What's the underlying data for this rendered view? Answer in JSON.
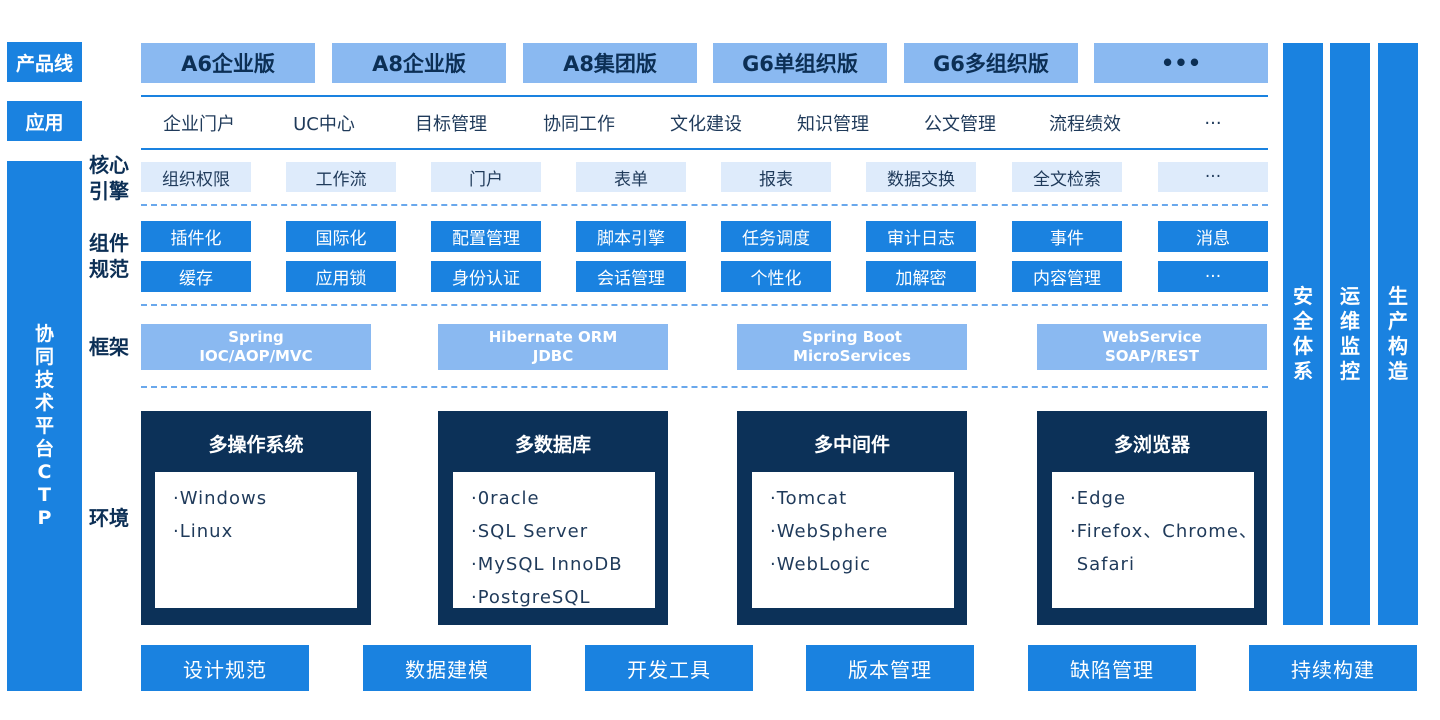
{
  "labels": {
    "product_line": "产品线",
    "application": "应用",
    "ctp": "协同技术平台CTP",
    "core_engine": "核心引擎",
    "component_spec": "组件规范",
    "framework": "框架",
    "environment": "环境"
  },
  "products": [
    "A6企业版",
    "A8企业版",
    "A8集团版",
    "G6单组织版",
    "G6多组织版",
    "•••"
  ],
  "applications": [
    "企业门户",
    "UC中心",
    "目标管理",
    "协同工作",
    "文化建设",
    "知识管理",
    "公文管理",
    "流程绩效",
    "···"
  ],
  "core_engines": [
    "组织权限",
    "工作流",
    "门户",
    "表单",
    "报表",
    "数据交换",
    "全文检索",
    "···"
  ],
  "components_row1": [
    "插件化",
    "国际化",
    "配置管理",
    "脚本引擎",
    "任务调度",
    "审计日志",
    "事件",
    "消息"
  ],
  "components_row2": [
    "缓存",
    "应用锁",
    "身份认证",
    "会话管理",
    "个性化",
    "加解密",
    "内容管理",
    "···"
  ],
  "frameworks": [
    {
      "line1": "Spring",
      "line2": "IOC/AOP/MVC"
    },
    {
      "line1": "Hibernate ORM",
      "line2": "JDBC"
    },
    {
      "line1": "Spring Boot",
      "line2": "MicroServices"
    },
    {
      "line1": "WebService",
      "line2": "SOAP/REST"
    }
  ],
  "environments": [
    {
      "title": "多操作系统",
      "items": [
        "·Windows",
        "·Linux"
      ]
    },
    {
      "title": "多数据库",
      "items": [
        "·0racle",
        "·SQL Server",
        "·MySQL InnoDB",
        "·PostgreSQL"
      ]
    },
    {
      "title": "多中间件",
      "items": [
        "·Tomcat",
        "·WebSphere",
        "·WebLogic"
      ]
    },
    {
      "title": "多浏览器",
      "items": [
        "·Edge",
        "·Firefox、Chrome、",
        " Safari"
      ]
    }
  ],
  "right_columns": [
    "安全体系",
    "运维监控",
    "生产构造"
  ],
  "tools": [
    "设计规范",
    "数据建模",
    "开发工具",
    "版本管理",
    "缺陷管理",
    "持续构建"
  ],
  "colors": {
    "primary_blue": "#1a82e0",
    "light_blue": "#8ab9f1",
    "pale_blue": "#deebfb",
    "navy": "#0c3158"
  }
}
